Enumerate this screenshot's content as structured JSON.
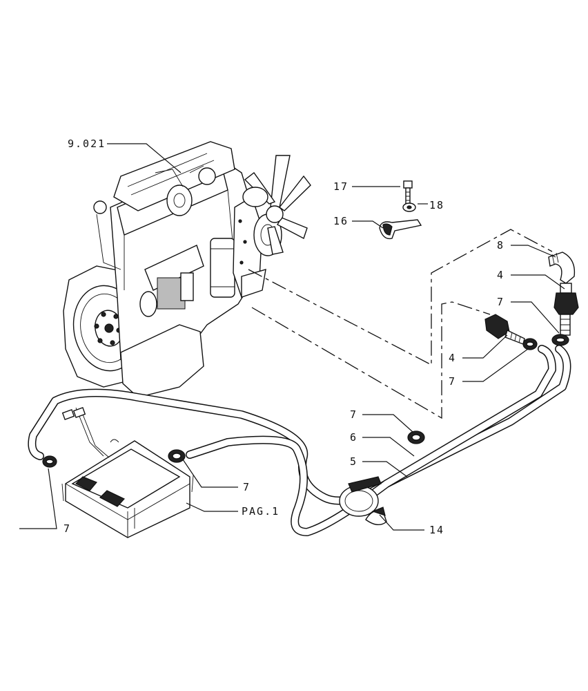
{
  "diagram": {
    "callouts": [
      {
        "id": "c-9021",
        "text": "9.021"
      },
      {
        "id": "c-17",
        "text": "17"
      },
      {
        "id": "c-18",
        "text": "18"
      },
      {
        "id": "c-16",
        "text": "16"
      },
      {
        "id": "c-8",
        "text": "8"
      },
      {
        "id": "c-4-top",
        "text": "4"
      },
      {
        "id": "c-7-top",
        "text": "7"
      },
      {
        "id": "c-4-mid",
        "text": "4"
      },
      {
        "id": "c-7-mid",
        "text": "7"
      },
      {
        "id": "c-7-low",
        "text": "7"
      },
      {
        "id": "c-6",
        "text": "6"
      },
      {
        "id": "c-5",
        "text": "5"
      },
      {
        "id": "c-7-ecu",
        "text": "7"
      },
      {
        "id": "c-pag1",
        "text": "PAG.1"
      },
      {
        "id": "c-7-left",
        "text": "7"
      },
      {
        "id": "c-14",
        "text": "14"
      }
    ]
  }
}
